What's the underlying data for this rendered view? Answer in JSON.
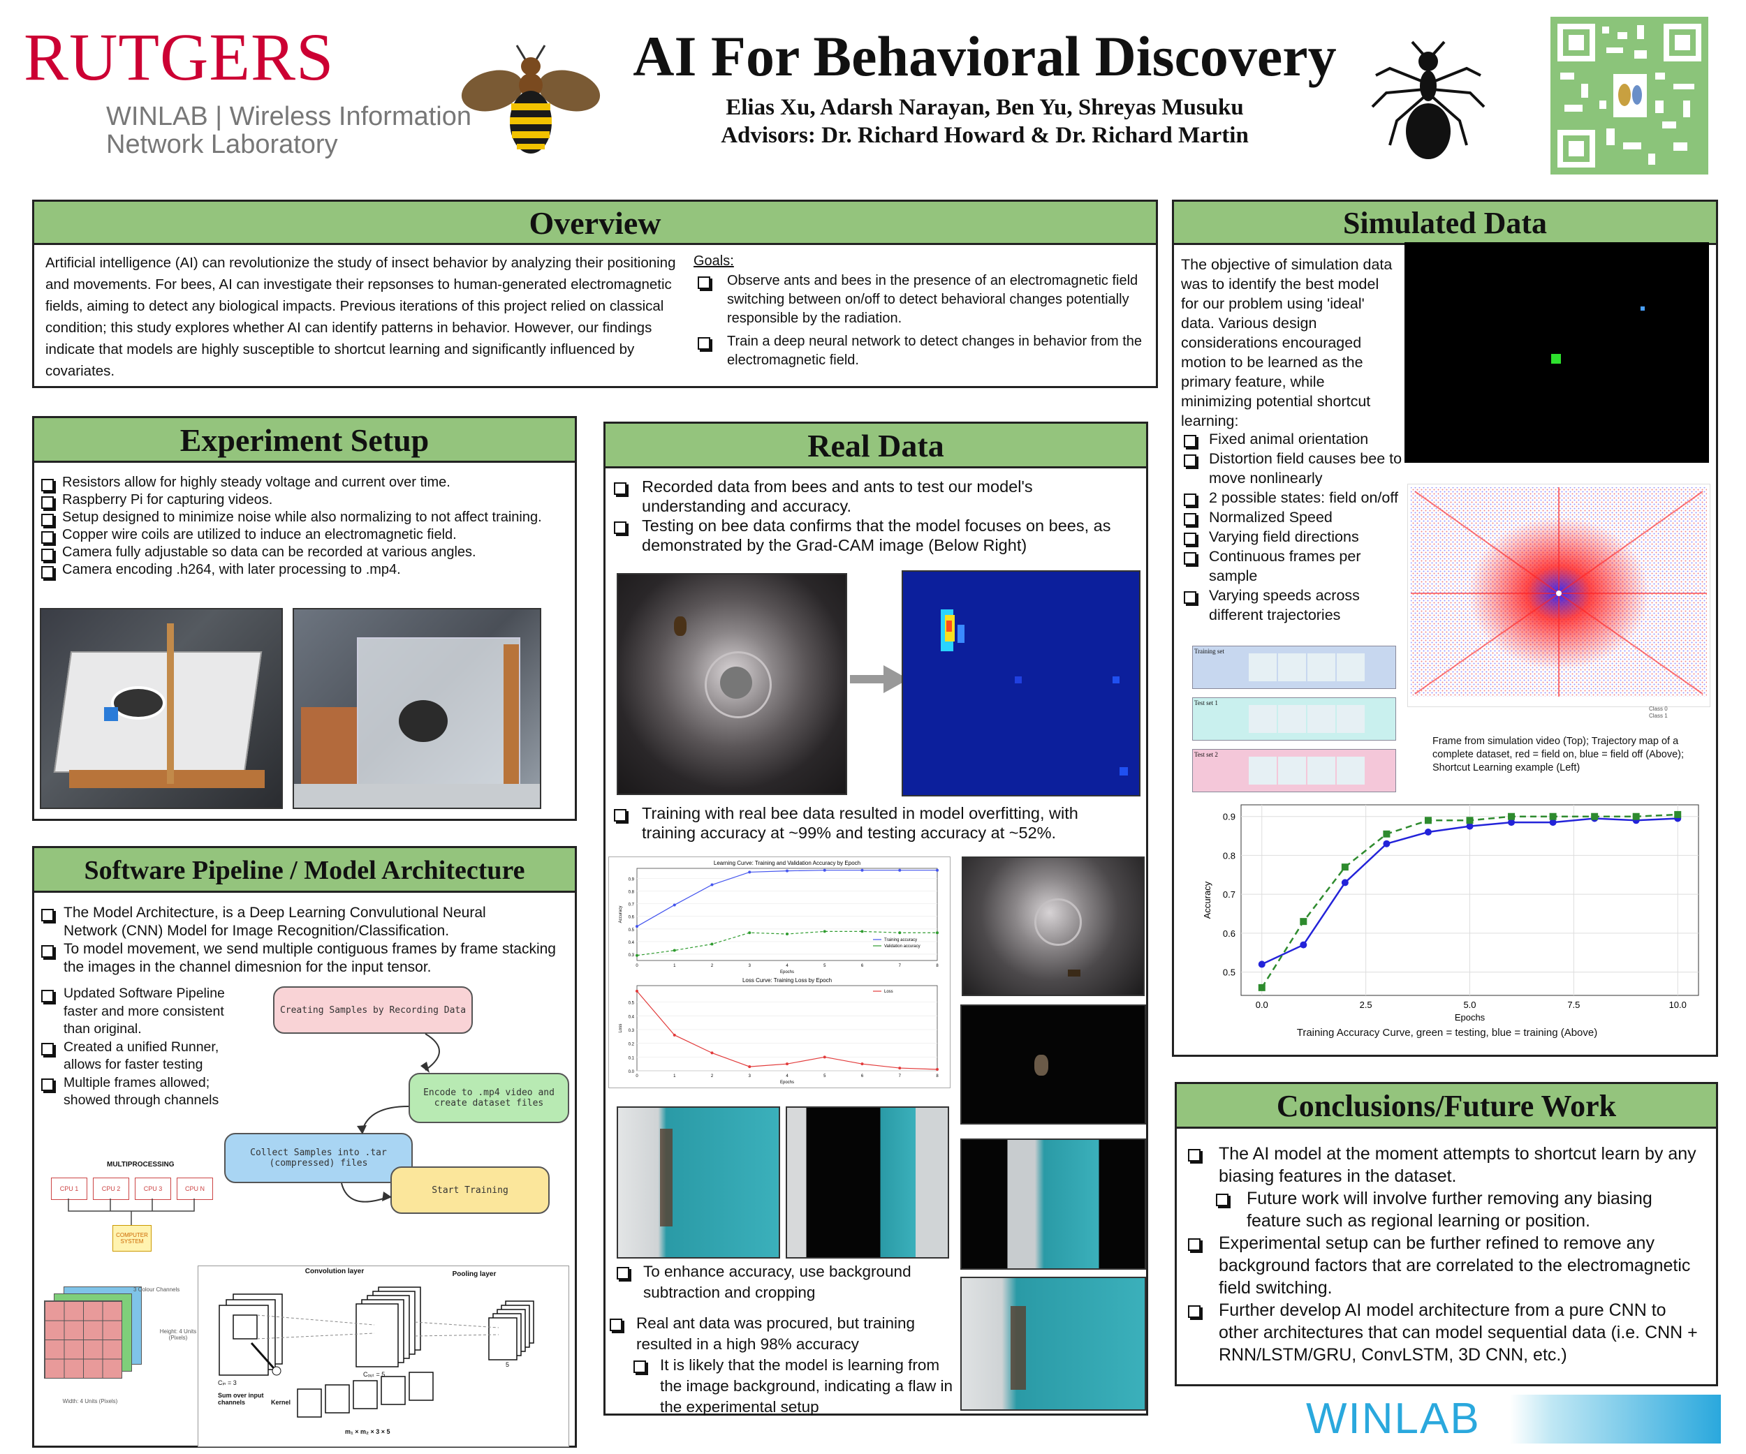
{
  "header": {
    "institution_logo": "RUTGERS",
    "lab_line1": "WINLAB | Wireless Information",
    "lab_line2": "Network Laboratory",
    "title": "AI For Behavioral Discovery",
    "authors": "Elias Xu, Adarsh Narayan, Ben Yu, Shreyas Musuku",
    "advisors": "Advisors: Dr. Richard Howard & Dr. Richard Martin"
  },
  "overview": {
    "heading": "Overview",
    "body": "Artificial intelligence (AI) can revolutionize the study of insect behavior by analyzing their positioning and movements. For bees, AI can investigate their repsonses to human-generated electromagnetic fields, aiming to detect any biological impacts. Previous iterations of this project relied on classical condition; this study explores whether AI can identify patterns in behavior. However, our findings indicate that models are highly susceptible to shortcut learning and significantly influenced by covariates.",
    "goals_label": "Goals:",
    "goals": [
      "Observe ants and bees in the presence of an electromagnetic field switching between on/off to detect behavioral changes potentially responsible by the radiation.",
      "Train a deep neural network to detect changes in behavior from the electromagnetic field."
    ]
  },
  "experiment": {
    "heading": "Experiment Setup",
    "items": [
      "Resistors allow for highly steady voltage and current over time.",
      "Raspberry Pi for capturing videos.",
      "Setup designed to minimize noise while also normalizing to not affect training.",
      "Copper wire coils are utilized to induce an electromagnetic field.",
      "Camera fully adjustable so data can be recorded at various angles.",
      "Camera encoding .h264, with later processing to .mp4."
    ]
  },
  "software": {
    "heading": "Software Pipeline / Model Architecture",
    "items": [
      "The Model Architecture, is a Deep Learning Convulutional Neural Network (CNN) Model for Image Recognition/Classification.",
      "To model movement, we send multiple contiguous frames by frame stacking the images in the channel dimesnion for the input tensor."
    ],
    "items2": [
      "Updated Software Pipeline faster and more consistent than original.",
      "Created a unified Runner, allows for faster testing",
      "Multiple frames allowed; showed through channels"
    ],
    "flow": {
      "step1": "Creating Samples by Recording Data",
      "step2": "Encode to .mp4 video and create dataset files",
      "step3": "Collect Samples into .tar (compressed) files",
      "step4": "Start Training"
    },
    "mp": {
      "title": "MULTIPROCESSING",
      "cpus": [
        "CPU 1",
        "CPU 2",
        "CPU 3",
        "CPU N"
      ],
      "system": "COMPUTER SYSTEM"
    },
    "cnn": {
      "conv": "Convolution layer",
      "pool": "Pooling layer",
      "cin": "Cᵢₙ = 3",
      "cout": "Cₒᵤₜ = 5",
      "sum": "Sum over input channels",
      "kernel": "Kernel",
      "five": "5",
      "mm": "m₁ × m₂ × 3 × 5",
      "channels": "3 Colour Channels",
      "height": "Height: 4 Units (Pixels)",
      "width": "Width: 4 Units (Pixels)"
    }
  },
  "real": {
    "heading": "Real Data",
    "items": [
      "Recorded data from bees and ants to test our model's understanding and accuracy.",
      "Testing on bee data confirms that the model focuses on bees, as demonstrated by the Grad-CAM image (Below Right)"
    ],
    "training_note": "Training with real bee data resulted in model overfitting, with training accuracy at ~99% and testing accuracy at ~52%.",
    "bg_note": "To enhance accuracy, use background subtraction and cropping",
    "ant_note": "Real ant data was procured, but training resulted in a high 98% accuracy",
    "ant_sub": "It is likely that the model is learning from the image background, indicating a flaw in the experimental setup"
  },
  "simulated": {
    "heading": "Simulated Data",
    "intro": "The objective of simulation data was to identify the best model for our problem using 'ideal' data. Various design considerations encouraged motion to be learned as the primary feature, while minimizing potential shortcut learning:",
    "items": [
      "Fixed animal orientation",
      "Distortion field causes bee to move nonlinearly",
      "2 possible states: field on/off",
      "Normalized Speed",
      "Varying field directions",
      "Continuous frames per sample",
      "Varying speeds across different trajectories"
    ],
    "caption": "Frame from simulation video (Top); Trajectory map of a complete dataset, red = field on, blue = field off (Above); Shortcut Learning example (Left)",
    "traj_legend": [
      "Class 0",
      "Class 1"
    ],
    "shortcut": {
      "rows": [
        "Training set",
        "Test set 1",
        "Test set 2"
      ]
    },
    "chart_caption": "Training Accuracy Curve, green = testing, blue = training (Above)"
  },
  "conclusions": {
    "heading": "Conclusions/Future Work",
    "items": [
      "The AI model at the moment attempts to shortcut learn by any biasing features in the dataset.",
      "Experimental setup can be further refined to remove any background factors that are correlated to the electromagnetic field switching.",
      "Further develop AI model architecture from a pure CNN to other architectures that can model sequential data (i.e. CNN + RNN/LSTM/GRU, ConvLSTM, 3D CNN, etc.)"
    ],
    "sub": "Future work will involve further removing any biasing feature such as regional learning or position."
  },
  "footer_logo": "WINLAB",
  "chart_data": [
    {
      "type": "line",
      "title": "",
      "xlabel": "Epochs",
      "ylabel": "Accuracy",
      "x": [
        0,
        1,
        2,
        3,
        4,
        5,
        6,
        7,
        8,
        9,
        10
      ],
      "xticks": [
        "0.0",
        "2.5",
        "5.0",
        "7.5",
        "10.0"
      ],
      "yticks": [
        "0.5",
        "0.6",
        "0.7",
        "0.8",
        "0.9"
      ],
      "xlim": [
        -0.5,
        10.5
      ],
      "ylim": [
        0.44,
        0.93
      ],
      "grid": true,
      "series": [
        {
          "color": "#2323d9",
          "values": [
            0.52,
            0.57,
            0.73,
            0.83,
            0.86,
            0.875,
            0.885,
            0.885,
            0.895,
            0.89,
            0.895
          ]
        },
        {
          "color": "#2e8b2e",
          "values": [
            0.46,
            0.63,
            0.77,
            0.855,
            0.89,
            0.89,
            0.9,
            0.9,
            0.9,
            0.9,
            0.905
          ]
        }
      ]
    },
    {
      "type": "line",
      "title": "Learning Curve: Training and Validation Accuracy by Epoch",
      "xlabel": "Epochs",
      "ylabel": "Accuracy",
      "x": [
        0,
        1,
        2,
        3,
        4,
        5,
        6,
        7,
        8
      ],
      "xticks": [
        "0",
        "1",
        "2",
        "3",
        "4",
        "5",
        "6",
        "7",
        "8"
      ],
      "yticks": [
        "0.3",
        "0.4",
        "0.5",
        "0.6",
        "0.7",
        "0.8",
        "0.9"
      ],
      "ylim": [
        0.25,
        0.98
      ],
      "series": [
        {
          "name": "Training accuracy",
          "color": "#4455ee",
          "values": [
            0.52,
            0.69,
            0.85,
            0.95,
            0.96,
            0.965,
            0.965,
            0.965,
            0.965
          ]
        },
        {
          "name": "Validation accuracy",
          "color": "#2e9b2e",
          "values": [
            0.29,
            0.33,
            0.38,
            0.47,
            0.46,
            0.48,
            0.48,
            0.47,
            0.47
          ]
        }
      ]
    },
    {
      "type": "line",
      "title": "Loss Curve: Training Loss by Epoch",
      "xlabel": "Epochs",
      "ylabel": "Loss",
      "x": [
        0,
        1,
        2,
        3,
        4,
        5,
        6,
        7,
        8
      ],
      "xticks": [
        "0",
        "1",
        "2",
        "3",
        "4",
        "5",
        "6",
        "7",
        "8"
      ],
      "yticks": [
        "0.0",
        "0.1",
        "0.2",
        "0.3",
        "0.4",
        "0.5"
      ],
      "ylim": [
        0,
        0.62
      ],
      "series": [
        {
          "name": "Loss",
          "color": "#e23b3b",
          "values": [
            0.58,
            0.26,
            0.13,
            0.03,
            0.05,
            0.1,
            0.05,
            0.02,
            0.01
          ]
        }
      ]
    }
  ]
}
